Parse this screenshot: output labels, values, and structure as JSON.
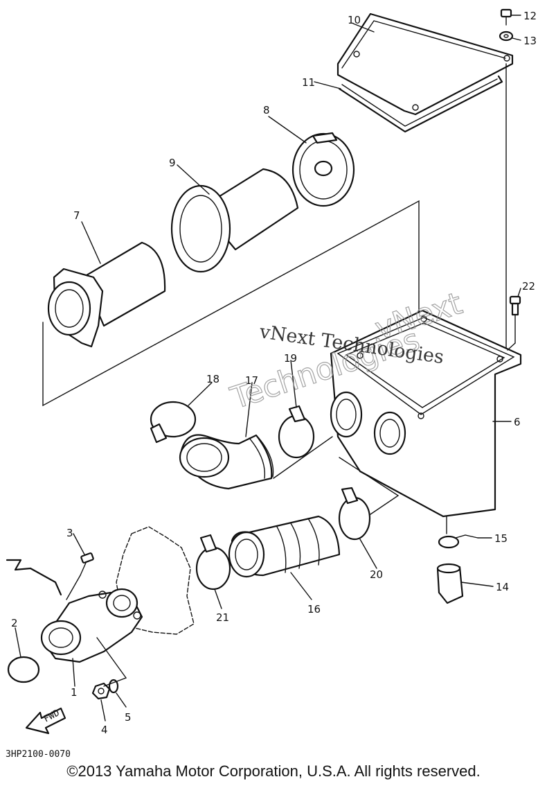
{
  "callouts": [
    "1",
    "2",
    "3",
    "4",
    "5",
    "6",
    "7",
    "8",
    "9",
    "10",
    "11",
    "12",
    "13",
    "14",
    "15",
    "16",
    "17",
    "18",
    "19",
    "20",
    "21",
    "22"
  ],
  "diagram_code": "3HP2100-0070",
  "watermark": {
    "line1": "vNext Technologies",
    "line2": "vNext",
    "line3": "Technologies"
  },
  "fwd_label": "FWD",
  "copyright": "©2013 Yamaha Motor Corporation, U.S.A. All rights reserved."
}
